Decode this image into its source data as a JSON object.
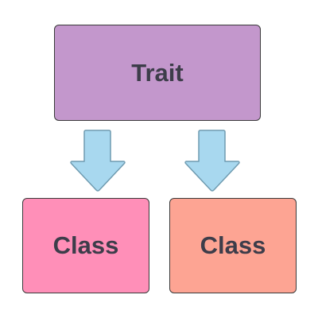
{
  "diagram": {
    "nodes": {
      "trait": {
        "label": "Trait",
        "fill": "#c397cc"
      },
      "class_left": {
        "label": "Class",
        "fill": "#ff8fb8"
      },
      "class_right": {
        "label": "Class",
        "fill": "#fda493"
      }
    },
    "arrows": {
      "fill": "#a8d8ef",
      "stroke": "#6f9bb0"
    },
    "icons": {
      "arrow_left": "arrow-down-icon",
      "arrow_right": "arrow-down-icon"
    }
  }
}
